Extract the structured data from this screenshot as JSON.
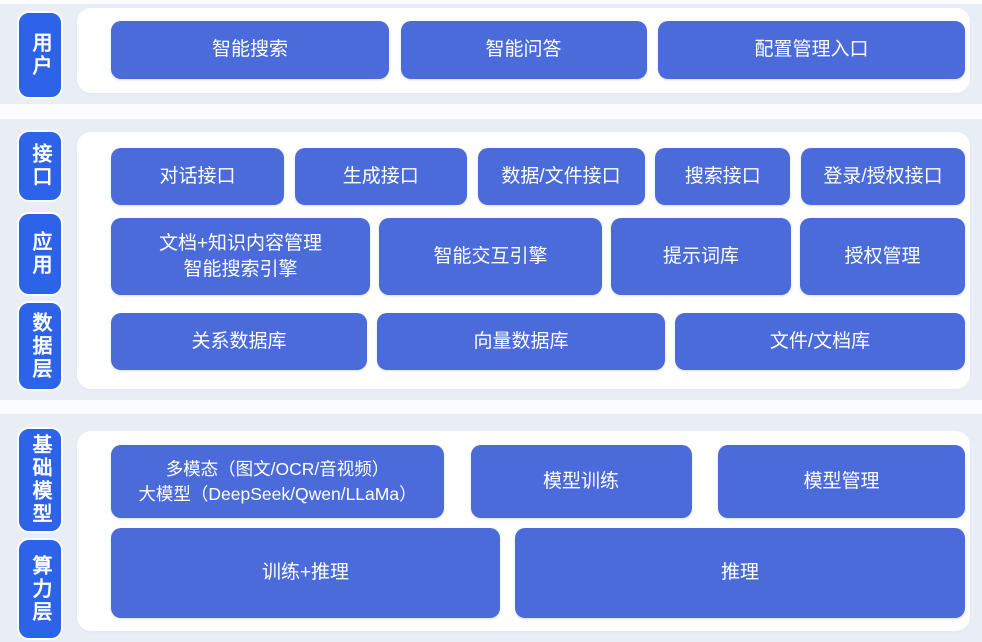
{
  "colors": {
    "layer_label_blue": "#2c63e8",
    "node_blue": "#4a6bd9",
    "band_background": "#e9eef6",
    "panel_background": "#ffffff",
    "text_white": "#ffffff"
  },
  "sections": [
    {
      "id": "user",
      "labels": [
        {
          "text": "用户"
        }
      ],
      "rows": [
        {
          "buttons": [
            {
              "label": "智能搜索"
            },
            {
              "label": "智能问答"
            },
            {
              "label": "配置管理入口"
            }
          ]
        }
      ]
    },
    {
      "id": "platform",
      "labels": [
        {
          "text": "接口"
        },
        {
          "text": "应用"
        },
        {
          "text": "数据层"
        }
      ],
      "rows": [
        {
          "buttons": [
            {
              "label": "对话接口"
            },
            {
              "label": "生成接口"
            },
            {
              "label": "数据/文件接口"
            },
            {
              "label": "搜索接口"
            },
            {
              "label": "登录/授权接口"
            }
          ]
        },
        {
          "buttons": [
            {
              "lines": [
                "文档+知识内容管理",
                "智能搜索引擎"
              ]
            },
            {
              "label": "智能交互引擎"
            },
            {
              "label": "提示词库"
            },
            {
              "label": "授权管理"
            }
          ]
        },
        {
          "buttons": [
            {
              "label": "关系数据库"
            },
            {
              "label": "向量数据库"
            },
            {
              "label": "文件/文档库"
            }
          ]
        }
      ]
    },
    {
      "id": "foundation",
      "labels": [
        {
          "text": "基础模型"
        },
        {
          "text": "算力层"
        }
      ],
      "rows": [
        {
          "buttons": [
            {
              "lines": [
                "多模态（图文/OCR/音视频）",
                "大模型（DeepSeek/Qwen/LLaMa）"
              ]
            },
            {
              "label": "模型训练"
            },
            {
              "label": "模型管理"
            }
          ]
        },
        {
          "buttons": [
            {
              "label": "训练+推理"
            },
            {
              "label": "推理"
            }
          ]
        }
      ]
    }
  ]
}
